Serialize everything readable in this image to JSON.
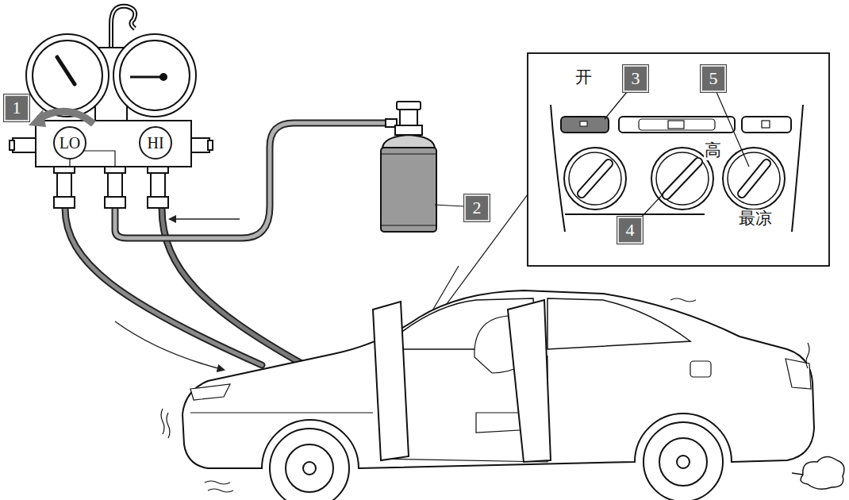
{
  "diagram": {
    "nodes": [
      {
        "text": [
          "1"
        ]
      },
      {
        "text": [
          "LO"
        ]
      },
      {
        "text": [
          "HI"
        ]
      },
      {
        "text": [
          "2"
        ]
      },
      {
        "text": [
          "3"
        ]
      },
      {
        "text": [
          "4"
        ]
      },
      {
        "text": [
          "5"
        ]
      }
    ],
    "labels": [
      "开",
      "高",
      "最凉"
    ]
  }
}
